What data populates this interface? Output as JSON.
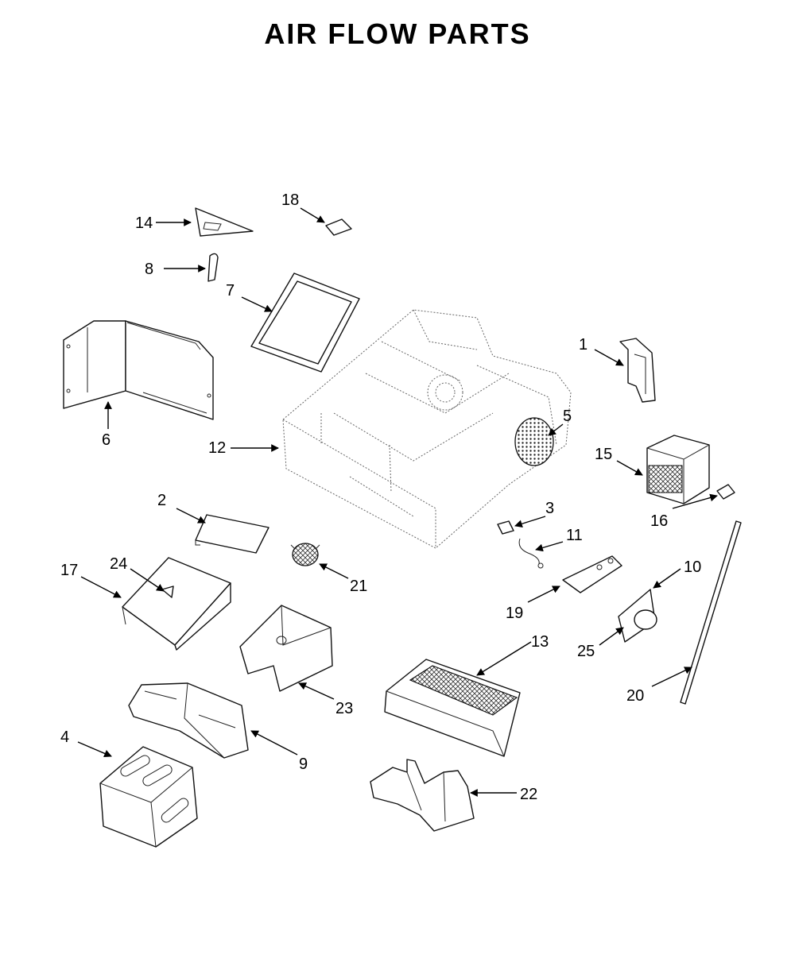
{
  "title": "AIR FLOW PARTS",
  "callouts": {
    "c1": "1",
    "c2": "2",
    "c3": "3",
    "c4": "4",
    "c5": "5",
    "c6": "6",
    "c7": "7",
    "c8": "8",
    "c9": "9",
    "c10": "10",
    "c11": "11",
    "c12": "12",
    "c13": "13",
    "c14": "14",
    "c15": "15",
    "c16": "16",
    "c17": "17",
    "c18": "18",
    "c19": "19",
    "c20": "20",
    "c21": "21",
    "c22": "22",
    "c23": "23",
    "c24": "24",
    "c25": "25"
  }
}
